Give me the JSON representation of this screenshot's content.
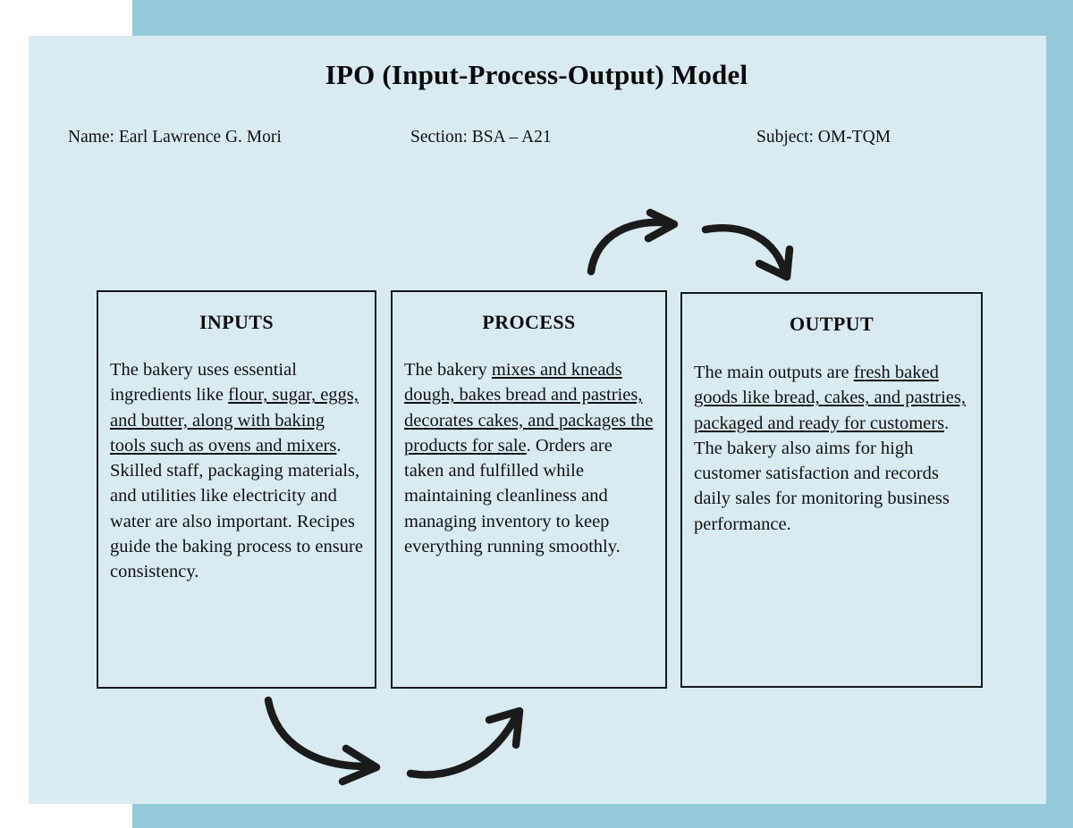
{
  "document": {
    "title": "IPO (Input-Process-Output) Model",
    "header": {
      "name": "Name: Earl Lawrence G. Mori",
      "section": "Section: BSA – A21",
      "subject": "Subject: OM-TQM"
    },
    "colors": {
      "page_background": "#ffffff",
      "band": "#93c9d9",
      "card": "#d9eaf1",
      "box_border": "#16181a",
      "text": "#121212",
      "arrow": "#1b1b1b"
    },
    "boxes": [
      {
        "id": "inputs",
        "heading": "INPUTS",
        "body_plain": "The bakery uses essential ingredients like flour, sugar, eggs, and butter, along with baking tools such as ovens and mixers. Skilled staff, packaging materials, and utilities like electricity and water are also important. Recipes guide the baking process to ensure consistency.",
        "body_lead": "The bakery uses essential ingredients like ",
        "body_underlined": "flour, sugar, eggs, and butter, along with baking tools such as ovens and mixers",
        "body_tail": ". Skilled staff, packaging materials, and utilities like electricity and water are also important. Recipes guide the baking process to ensure consistency."
      },
      {
        "id": "process",
        "heading": "PROCESS",
        "body_plain": "The bakery mixes and kneads dough, bakes bread and pastries, decorates cakes, and packages the products for sale. Orders are taken and fulfilled while maintaining cleanliness and managing inventory to keep everything running smoothly.",
        "body_lead": "The bakery ",
        "body_underlined": "mixes and kneads dough, bakes bread and pastries, decorates cakes, and packages the products for sale",
        "body_tail": ". Orders are taken and fulfilled while maintaining cleanliness and managing inventory to keep everything running smoothly."
      },
      {
        "id": "output",
        "heading": "OUTPUT",
        "body_plain": "The main outputs are fresh baked goods like bread, cakes, and pastries, packaged and ready for customers. The bakery also aims for high customer satisfaction and records daily sales for monitoring business performance.",
        "body_lead": "The main outputs are ",
        "body_underlined": "fresh baked goods like bread, cakes, and pastries, packaged and ready for customers",
        "body_tail": ". The bakery also aims for high customer satisfaction and records daily sales for monitoring business performance."
      }
    ],
    "arrows": [
      {
        "id": "top-left",
        "description": "curved-arrow-right",
        "from": "inputs",
        "to": "process"
      },
      {
        "id": "top-right",
        "description": "curved-arrow-down-right",
        "from": "process",
        "to": "output"
      },
      {
        "id": "bottom-left",
        "description": "curved-arrow-down-right",
        "from": "inputs",
        "to": "process"
      },
      {
        "id": "bottom-right",
        "description": "curved-arrow-up-right",
        "from": "process",
        "to": "output"
      }
    ]
  }
}
